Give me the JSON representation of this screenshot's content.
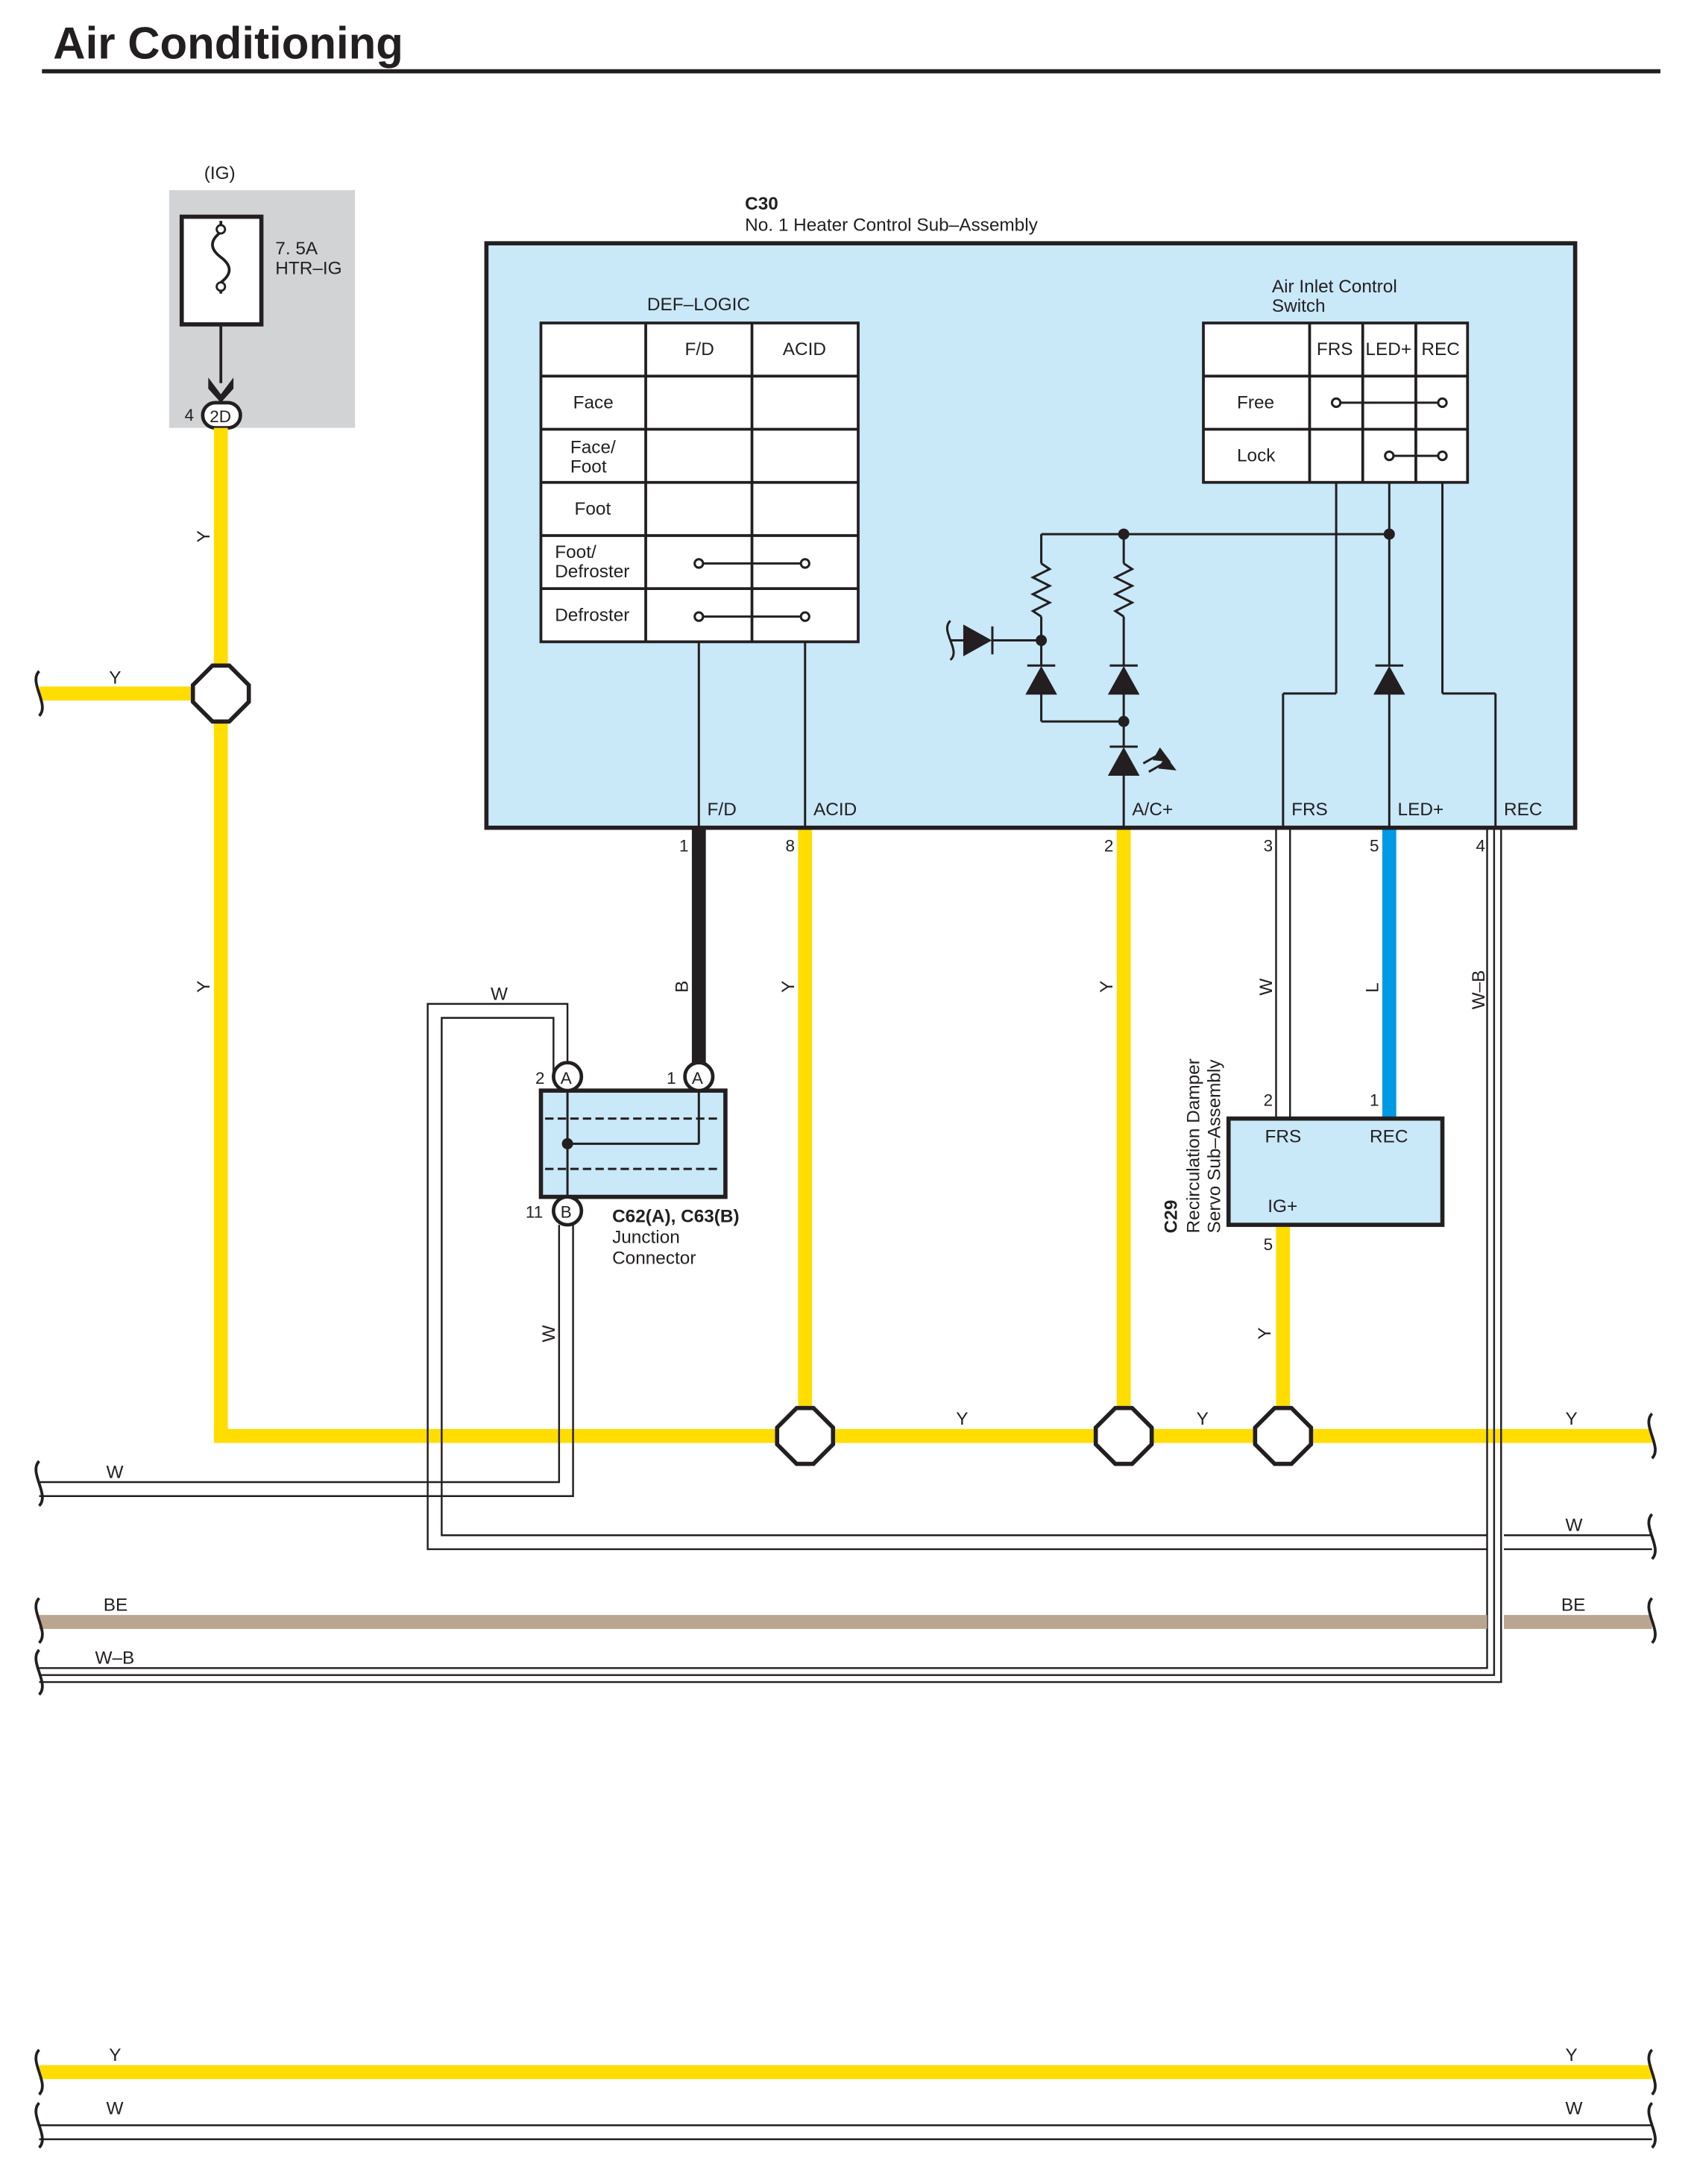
{
  "header": {
    "title": "Air Conditioning"
  },
  "fuse": {
    "source": "(IG)",
    "rating": "7. 5A",
    "name": "HTR–IG",
    "pin": "4",
    "connector": "2D"
  },
  "heater_control": {
    "code": "C30",
    "name": "No.  1 Heater Control Sub–Assembly",
    "def_logic": {
      "title": "DEF–LOGIC",
      "columns": [
        "F/D",
        "ACID"
      ],
      "rows": [
        "Face",
        "Face/\nFoot",
        "Foot",
        "Foot/\nDefroster",
        "Defroster"
      ],
      "row_lines": [
        [
          "Face"
        ],
        [
          "Face/",
          "Foot"
        ],
        [
          "Foot"
        ],
        [
          "Foot/",
          "Defroster"
        ],
        [
          "Defroster"
        ]
      ]
    },
    "air_inlet": {
      "title_lines": [
        "Air Inlet Control",
        "Switch"
      ],
      "columns": [
        "FRS",
        "LED+",
        "REC"
      ],
      "rows": [
        "Free",
        "Lock"
      ]
    },
    "terminals": [
      {
        "label": "F/D",
        "pin": "1"
      },
      {
        "label": "ACID",
        "pin": "8"
      },
      {
        "label": "A/C+",
        "pin": "2"
      },
      {
        "label": "FRS",
        "pin": "3"
      },
      {
        "label": "LED+",
        "pin": "5"
      },
      {
        "label": "REC",
        "pin": "4"
      }
    ]
  },
  "junction": {
    "code": "C62(A), C63(B)",
    "name_lines": [
      "Junction",
      "Connector"
    ],
    "pins": [
      {
        "pin": "2",
        "conn": "A"
      },
      {
        "pin": "1",
        "conn": "A"
      },
      {
        "pin": "11",
        "conn": "B"
      }
    ]
  },
  "damper": {
    "code": "C29",
    "name_lines": [
      "Recirculation Damper",
      "Servo Sub–Assembly"
    ],
    "terminals": [
      "FRS",
      "REC",
      "IG+"
    ],
    "pins": [
      "2",
      "1",
      "5"
    ]
  },
  "wire_colors": {
    "Y": "#ffdd00",
    "B": "#231f20",
    "L": "#0099e6",
    "W": "#ffffff",
    "BE": "#baa690",
    "W-B": "#ffffff"
  },
  "wire_labels": {
    "y": "Y",
    "w": "W",
    "b": "B",
    "l": "L",
    "wb": "W–B",
    "be": "BE"
  }
}
